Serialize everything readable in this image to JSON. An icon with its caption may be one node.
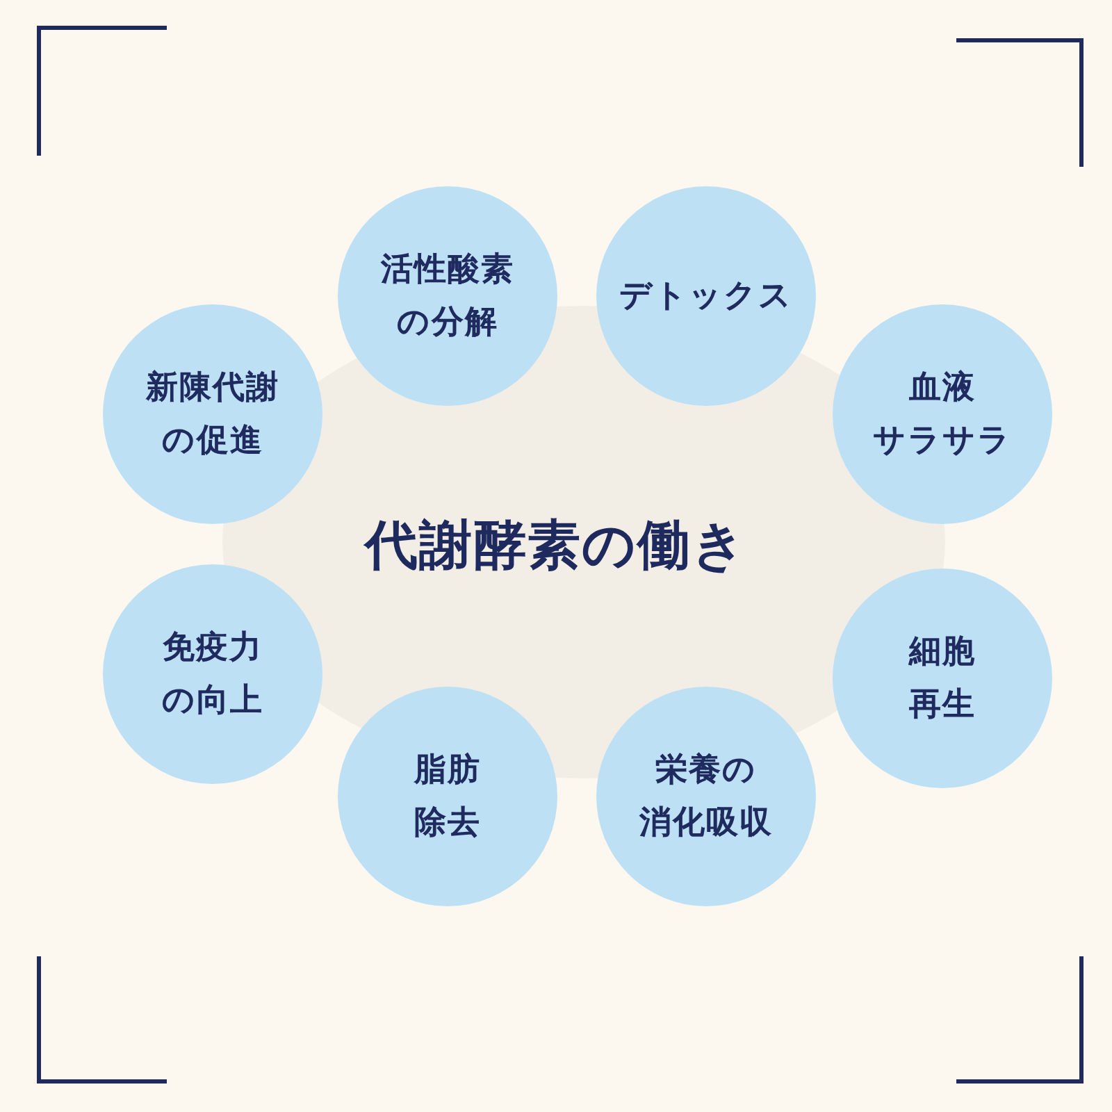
{
  "diagram": {
    "title": "代謝酵素の働き",
    "nodes": [
      {
        "text": [
          "活性酸素の分解"
        ]
      },
      {
        "text": [
          "デトックス"
        ]
      },
      {
        "text": [
          "新陳代謝の促進"
        ]
      },
      {
        "text": [
          "血液サラサラ"
        ]
      },
      {
        "text": [
          "免疫力の向上"
        ]
      },
      {
        "text": [
          "細胞再生"
        ]
      },
      {
        "text": [
          "脂肪除去"
        ]
      },
      {
        "text": [
          "栄養の消化吸収"
        ]
      }
    ]
  }
}
